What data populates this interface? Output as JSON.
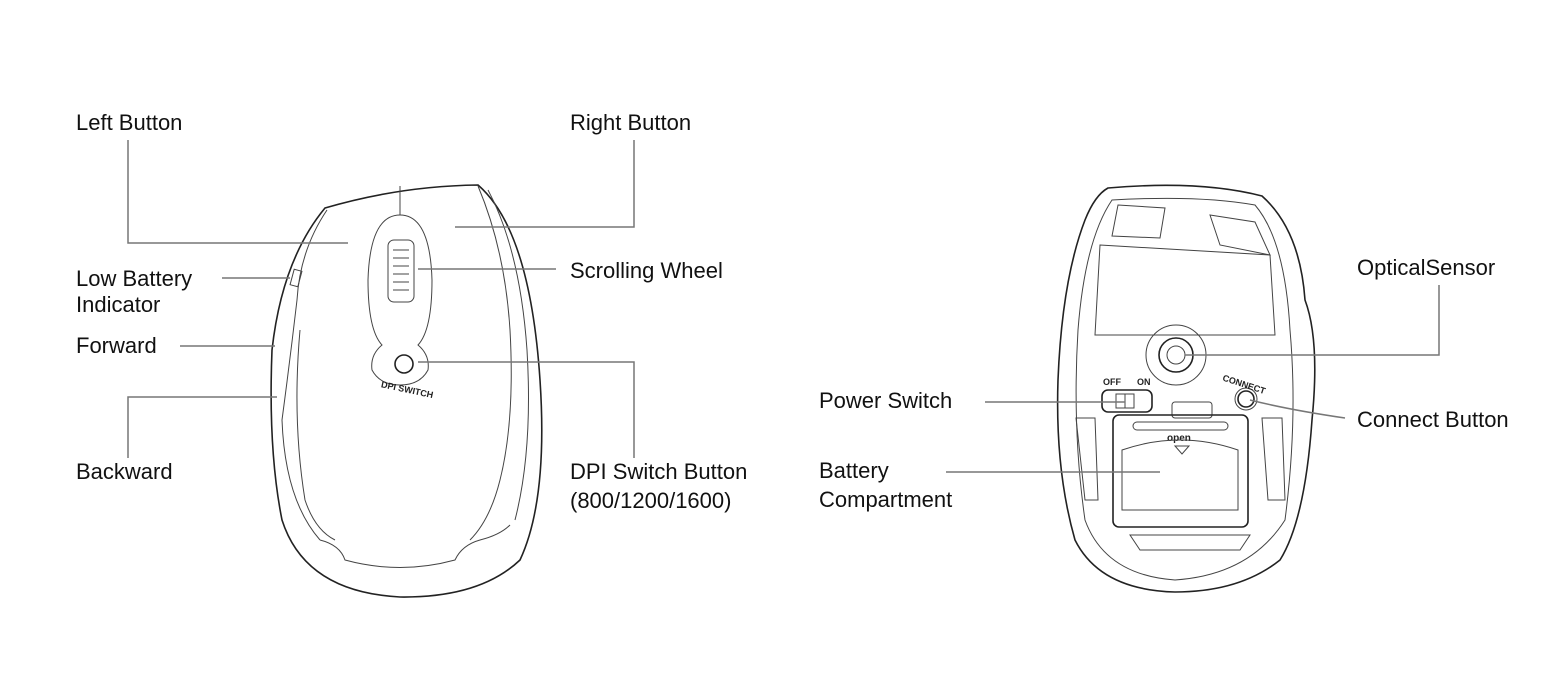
{
  "top_view": {
    "labels": {
      "left_button": "Left Button",
      "right_button": "Right Button",
      "low_battery_line1": "Low Battery",
      "low_battery_line2": "Indicator",
      "scrolling_wheel": "Scrolling Wheel",
      "forward": "Forward",
      "backward": "Backward",
      "dpi_line1": "DPI Switch Button",
      "dpi_line2": "(800/1200/1600)"
    },
    "printed": {
      "dpi_switch": "DPI SWITCH"
    }
  },
  "bottom_view": {
    "labels": {
      "optical_sensor": "OpticalSensor",
      "power_switch": "Power Switch",
      "connect_button": "Connect Button",
      "battery_line1": "Battery",
      "battery_line2": "Compartment"
    },
    "printed": {
      "off": "OFF",
      "on": "ON",
      "connect": "CONNECT",
      "open": "open"
    }
  }
}
